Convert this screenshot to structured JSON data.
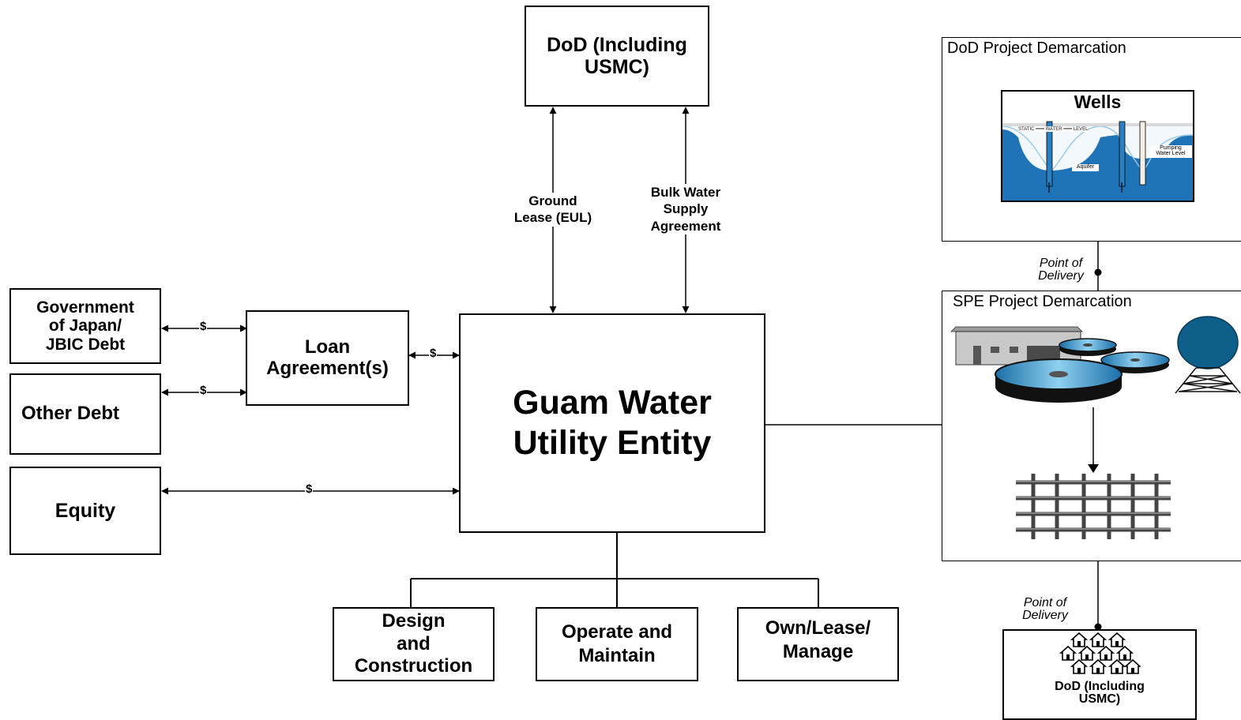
{
  "nodes": {
    "dod_top": "DoD (Including\nUSMC)",
    "central": "Guam Water\nUtility Entity",
    "gov_japan": "Government\nof Japan/\nJBIC Debt",
    "other_debt": "Other Debt",
    "equity": "Equity",
    "loan": "Loan\nAgreement(s)",
    "design": "Design\nand\nConstruction",
    "operate": "Operate and\nMaintain",
    "own": "Own/Lease/\nManage",
    "dod_bottom": "DoD (Including\nUSMC)"
  },
  "edge_labels": {
    "ground_lease": "Ground\nLease (EUL)",
    "bulk_water": "Bulk Water\nSupply\nAgreement",
    "dollar": "$"
  },
  "panels": {
    "dod_project": {
      "title": "DoD Project Demarcation",
      "wells_title": "Wells",
      "static_water_level": "STATIC ━━━ WATER ━━━ LEVEL",
      "aquifer": "Aquifer",
      "pumping_water_level": "Pumping\nWater Level"
    },
    "spe_project": {
      "title": "SPE Project Demarcation"
    }
  },
  "point_of_delivery": "Point of\nDelivery",
  "icons": [
    "wells-cross-section-icon",
    "treatment-plant-icon",
    "water-tower-icon",
    "pipe-grid-icon",
    "houses-icon"
  ],
  "colors": {
    "water": "#1f73b7",
    "tank_water": "#3aa0d8",
    "tower": "#0e5e8a",
    "line": "#000000"
  }
}
